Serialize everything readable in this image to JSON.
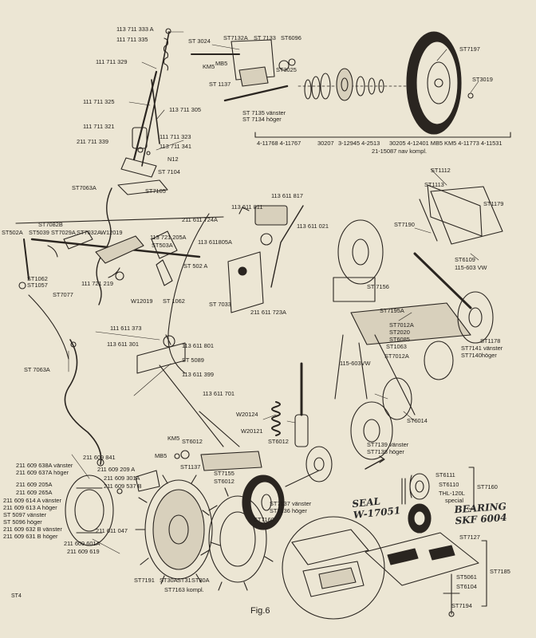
{
  "figure": {
    "caption": "Fig.6",
    "page_code": "ST4"
  },
  "colors": {
    "paper": "#ece6d4",
    "ink": "#1f1c18"
  },
  "labels": {
    "l01": "113 711 333 A",
    "l02": "111 711 335",
    "l03": "111 711 329",
    "l04": "111 711 325",
    "l05": "113 711 305",
    "l06": "111 711 321",
    "l07": "111 711 323",
    "l08": "211 711 339",
    "l09": "113 711 341",
    "l10": "N12",
    "l11": "ST 7104",
    "l12": "ST 3024",
    "l13": "ST7132A",
    "l14": "ST 7133",
    "l15": "ST6096",
    "l16": "KM5",
    "l17": "MB5",
    "l18": "ST3025",
    "l19": "ST 1137",
    "l20": "ST 7135 vänster",
    "l21": "ST 7134 höger",
    "l22": "ST7197",
    "l23": "ST3019",
    "l24": "4-11768 4-11767",
    "l25": "30207",
    "l26": "3-12945 4-2513",
    "l27": "30205 4-12401 MB5 KM5 4-11773 4-11531",
    "l28": "21-15087 nav kompl.",
    "l29": "ST7063A",
    "l30": "ST7105",
    "l31": "113 611 811",
    "l32": "113 611 817",
    "l33": "211 611 724A",
    "l34": "113 611 021",
    "l35": "ST7082B",
    "l36": "ST502A",
    "l37": "ST5039",
    "l38": "ST7029A",
    "l39": "ST7032A",
    "l40": "W12019",
    "l41": "113 721 205A",
    "l42": "113 611805A",
    "l43": "ST503A",
    "l44": "ST 502 A",
    "l45": "ST1062",
    "l46": "ST1057",
    "l47": "111 721 219",
    "l48": "ST7077",
    "l49": "W12019",
    "l50": "ST 1062",
    "l51": "ST 7033",
    "l52": "211 611 723A",
    "l53": "111 611 373",
    "l54": "113 611 301",
    "l55": "113 611 801",
    "l56": "ST 5089",
    "l57": "113 611 399",
    "l58": "ST 7063A",
    "l59": "113 611 701",
    "l60": "ST1112",
    "l61": "ST1113",
    "l62": "ST1179",
    "l63": "ST7190",
    "l64": "ST6109",
    "l65": "115-603 VW",
    "l66": "ST 7156",
    "l67": "ST7195A",
    "l68": "ST7012A",
    "l69": "ST2020",
    "l70": "ST6085",
    "l71": "ST1063",
    "l72": "ST1178",
    "l73": "ST7141 vänster",
    "l74": "ST7140höger",
    "l75": "ST7012A",
    "l76": "115-603VW",
    "l77": "W20124",
    "l78": "W20121",
    "l79": "ST6012",
    "l80": "ST6014",
    "l81": "ST7139 vänster",
    "l82": "ST7138 höger",
    "l83": "KM5",
    "l84": "ST6012",
    "l85": "MB5",
    "l86": "ST1137",
    "l87": "ST7155",
    "l88": "ST6012",
    "l89": "211 609 841",
    "l90": "211 609 638A vänster",
    "l91": "211 609 637A höger",
    "l92": "211 609 209 A",
    "l93": "211 609 301A",
    "l94": "211 609 205A",
    "l95": "211 609 265A",
    "l96": "211 609 537 B",
    "l97": "211 609 614 A vänster",
    "l98": "211 609 613 A höger",
    "l99": "ST 5097 vänster",
    "l100": "ST 5096 höger",
    "l101": "211 609 632 B vänster",
    "l102": "211 609 631 B höger",
    "l103": "211 611 047",
    "l104": "211 609 601A",
    "l105": "211 609 619",
    "l106": "ST7137 vänster",
    "l107": "ST7136 höger",
    "l108": "ST7160",
    "l109": "ST6111",
    "l110": "ST6110",
    "l111": "THL-120L",
    "l112": "special",
    "l113": "ST7160",
    "l114": "ST7127",
    "l115": "ST7185",
    "l116": "ST5061",
    "l117": "ST6104",
    "l118": "ST7194",
    "l119": "ST7191",
    "l120": "ST30A",
    "l121": "ST31",
    "l122": "ST30A",
    "l123": "ST7163 kompl."
  },
  "handwritten": {
    "seal_title": "SEAL",
    "seal_code": "W-17051",
    "bearing_title": "BEARING",
    "bearing_code": "SKF 6004"
  }
}
